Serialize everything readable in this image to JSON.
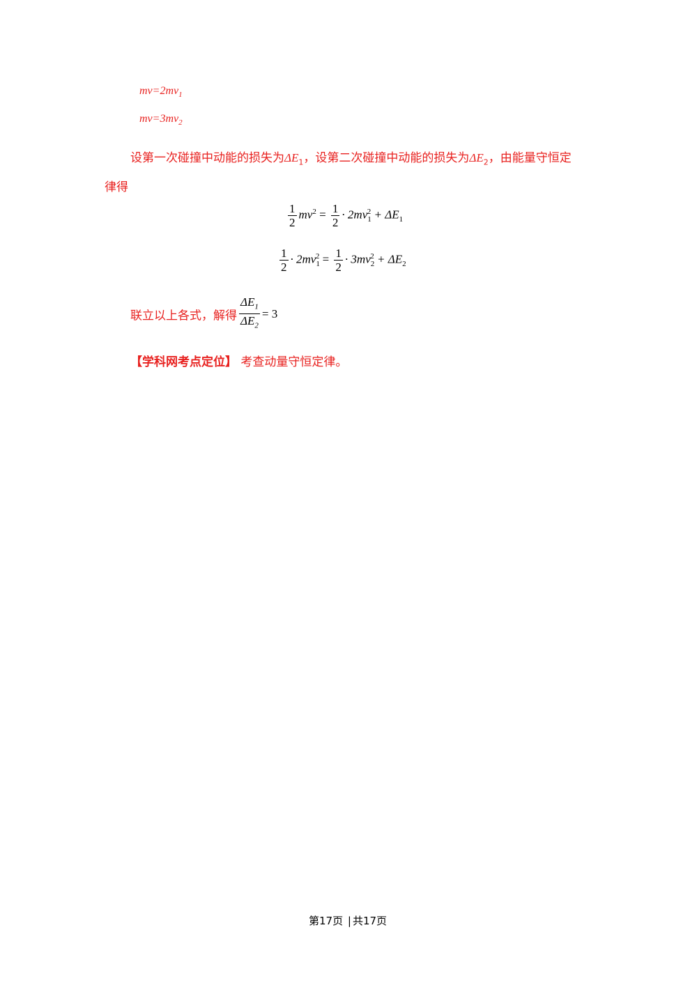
{
  "equations_small": {
    "line1": {
      "a": "mv",
      "eq": "=",
      "b": "2mv",
      "sub": "1"
    },
    "line2": {
      "a": "mv",
      "eq": "=",
      "b": "3mv",
      "sub": "2"
    }
  },
  "paragraph1": {
    "text_a": "设第一次碰撞中动能的损失为",
    "dE1": "ΔE",
    "dE1_sub": "1",
    "text_b": "，设第二次碰撞中动能的损失为",
    "dE2": "ΔE",
    "dE2_sub": "2",
    "text_c": "，由能量守恒定",
    "text_d": "律得"
  },
  "math_eq1": {
    "f1_num": "1",
    "f1_den": "2",
    "lhs": "mv",
    "lhs_sup": "2",
    "eq": "=",
    "f2_num": "1",
    "f2_den": "2",
    "rhs": "· 2mv",
    "rhs_sub": "1",
    "rhs_sup": "2",
    "plus": "+ ΔE",
    "plus_sub": "1"
  },
  "math_eq2": {
    "f1_num": "1",
    "f1_den": "2",
    "lhs": "· 2mv",
    "lhs_sub": "1",
    "lhs_sup": "2",
    "eq": "=",
    "f2_num": "1",
    "f2_den": "2",
    "rhs": "· 3mv",
    "rhs_sub": "2",
    "rhs_sup": "2",
    "plus": "+ ΔE",
    "plus_sub": "2"
  },
  "paragraph2": {
    "text": "联立以上各式，解得",
    "num": "ΔE",
    "num_sub": "1",
    "den": "ΔE",
    "den_sub": "2",
    "result": "= 3"
  },
  "kaodian": {
    "label": "【学科网考点定位】",
    "text": "考查动量守恒定律。"
  },
  "footer": {
    "page": "第17页",
    "sep": "|",
    "total": "共17页"
  }
}
